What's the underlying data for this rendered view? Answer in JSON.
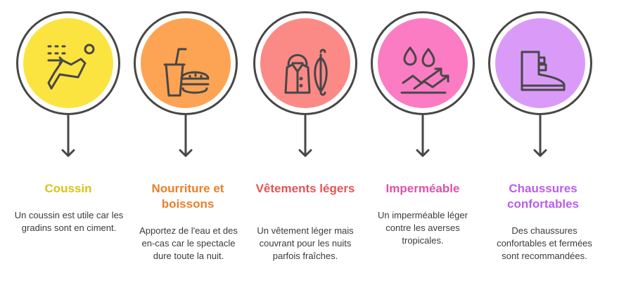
{
  "steps": [
    {
      "title": "Coussin",
      "description": "Un coussin est utile car les gradins sont en ciment.",
      "icon": "seat-icon",
      "color": "#fbe43f",
      "title_color": "#d8c219"
    },
    {
      "title": "Nourriture et boissons",
      "description": "Apportez de l'eau et des en-cas car le spectacle dure toute la nuit.",
      "icon": "food-drink-icon",
      "color": "#fca454",
      "title_color": "#ea7f2a"
    },
    {
      "title": "Vêtements légers",
      "description": "Un vêtement léger mais couvrant pour les nuits parfois fraîches.",
      "icon": "raincoat-umbrella-icon",
      "color": "#fb8a86",
      "title_color": "#e65454"
    },
    {
      "title": "Imperméable",
      "description": "Un imperméable léger contre les averses tropicales.",
      "icon": "rain-drops-icon",
      "color": "#fb7cc3",
      "title_color": "#dd52a8"
    },
    {
      "title": "Chaussures confortables",
      "description": "Des chaussures confortables et fermées sont recommandées.",
      "icon": "shoe-icon",
      "color": "#da9bf8",
      "title_color": "#b85ee8"
    }
  ]
}
